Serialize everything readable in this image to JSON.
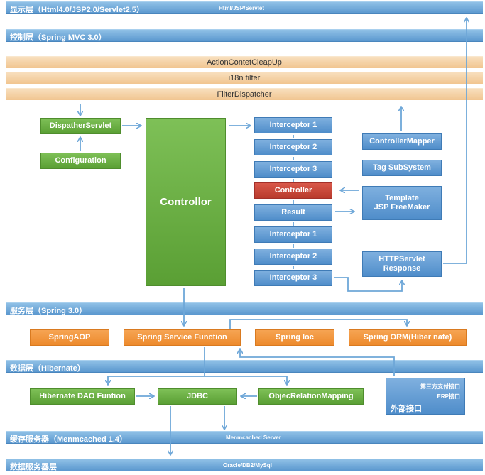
{
  "layers": {
    "presentation": {
      "label": "显示层（Html4.0/JSP2.0/Servlet2.5）",
      "center": "Html/JSP/Servlet"
    },
    "control": {
      "label": "控制层（Spring MVC 3.0）"
    },
    "service": {
      "label": "服务层（Spring 3.0）"
    },
    "data": {
      "label": "数据层（Hibernate）"
    },
    "cache": {
      "label": "缓存服务器（Menmcached 1.4）",
      "center": "Menmcached Server"
    },
    "db": {
      "label": "数据服务器层",
      "center": "Oracle/DB2/MySql"
    }
  },
  "filters": [
    "ActionContetCleapUp",
    "i18n filter",
    "FilterDispatcher"
  ],
  "mvc": {
    "dispatcher": "DispatherServlet",
    "configuration": "Configuration",
    "controllor": "Controllor",
    "interceptors_top": [
      "Interceptor 1",
      "Interceptor 2",
      "Interceptor 3"
    ],
    "controller": "Controller",
    "result": "Result",
    "interceptors_bottom": [
      "Interceptor 1",
      "Interceptor 2",
      "Interceptor 3"
    ],
    "controller_mapper": "ControllerMapper",
    "tag_subsystem": "Tag SubSystem",
    "template_line1": "Template",
    "template_line2": "JSP FreeMaker",
    "httpservlet_line1": "HTTPServlet",
    "httpservlet_line2": "Response"
  },
  "services": [
    "SpringAOP",
    "Spring Service Function",
    "Spring Ioc",
    "Spring ORM(Hiber nate)"
  ],
  "data_layer": {
    "dao": "Hibernate DAO Funtion",
    "jdbc": "JDBC",
    "orm": "ObjecRelationMapping"
  },
  "external": {
    "line1": "第三方支付接口",
    "line2": "ERP接口",
    "title": "外部接口"
  },
  "colors": {
    "layer_blue": "#5b98cf",
    "filter_orange": "#f1c590",
    "green": "#5a9f34",
    "blue": "#4f8dca",
    "red": "#b83a2c",
    "orange": "#ed8a2c",
    "arrow": "#6ea7d8"
  }
}
